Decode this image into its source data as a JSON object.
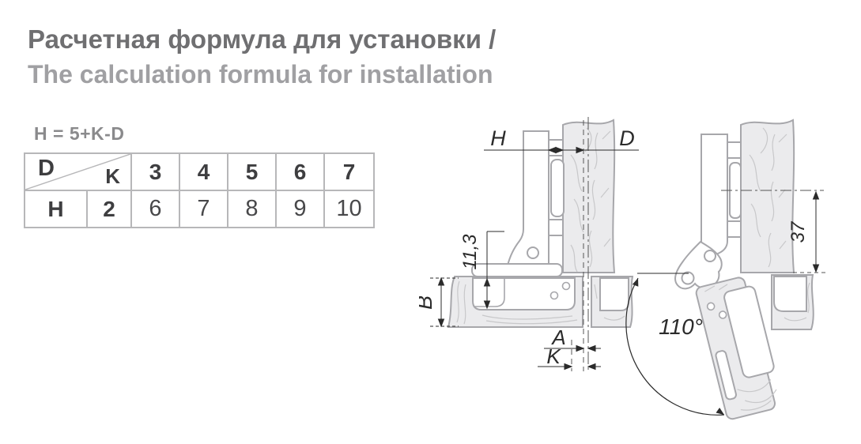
{
  "header": {
    "title_ru": "Расчетная формула для установки /",
    "title_en": "The calculation formula for installation"
  },
  "formula": "H = 5+K-D",
  "table": {
    "corner": {
      "d": "D",
      "k": "K"
    },
    "k_values": [
      "3",
      "4",
      "5",
      "6",
      "7"
    ],
    "row": {
      "label": "H",
      "k": "2",
      "values": [
        "6",
        "7",
        "8",
        "9",
        "10"
      ]
    }
  },
  "diagrams": {
    "closed": {
      "labels": {
        "h": "H",
        "d": "D",
        "cup_depth": "11,3",
        "b": "B",
        "a": "A",
        "k": "K"
      }
    },
    "open": {
      "labels": {
        "plate_offset": "37",
        "opening_angle": "110°"
      }
    }
  },
  "colors": {
    "title_ru": "#6f6f71",
    "title_en": "#a0a0a3",
    "formula": "#8a8a8c",
    "table_border": "#b7b7b9",
    "table_text": "#3e3e40",
    "panel_fill": "#ebebed",
    "panel_stroke": "#a7a7ab",
    "wood_grain": "#c8c8ca",
    "dimension": "#2b2b2b"
  }
}
